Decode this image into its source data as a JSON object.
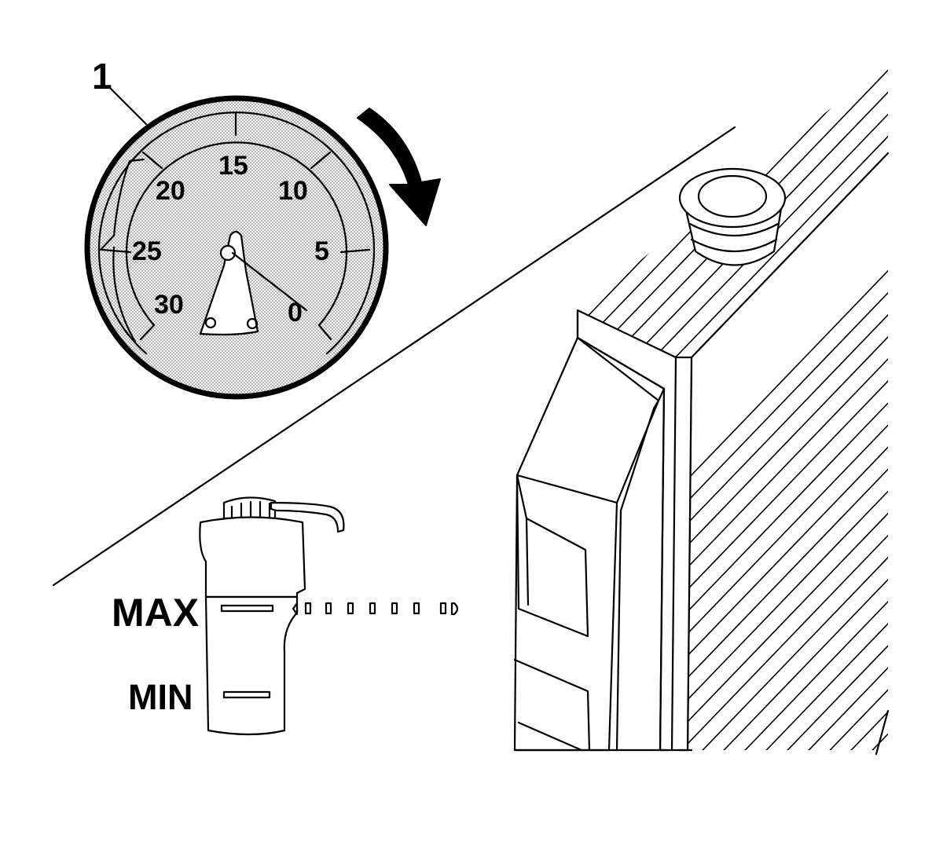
{
  "callout": {
    "number": "1"
  },
  "gauge": {
    "scale_labels": [
      "0",
      "5",
      "10",
      "15",
      "20",
      "25",
      "30"
    ]
  },
  "bottle": {
    "max_label": "MAX",
    "min_label": "MIN"
  },
  "colors": {
    "ink": "#000000",
    "background": "#ffffff",
    "gauge_fill": "#d9d9d9"
  }
}
